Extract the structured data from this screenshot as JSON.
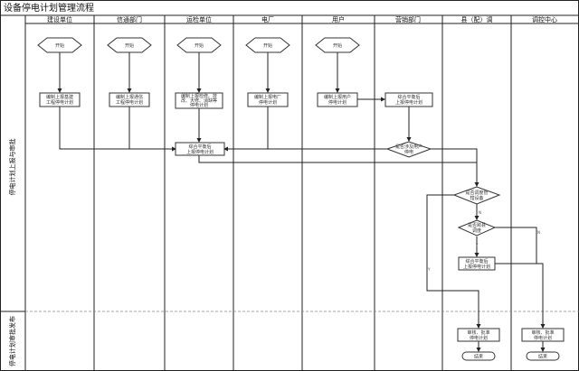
{
  "title": "设备停电计划管理流程",
  "columns": [
    "建设单位",
    "信通部门",
    "运检单位",
    "电厂",
    "用户",
    "营销部门",
    "县（配）调",
    "调控中心"
  ],
  "rows": [
    "停电计划上报与审批",
    "停电计划审批发布"
  ],
  "start_label": "开始",
  "end_label": "结束",
  "nodes": {
    "jianshe": [
      "编制上报基建",
      "工程停电计划"
    ],
    "xintong": [
      "编制上报通信",
      "工程停电计划"
    ],
    "yunjian": [
      "编制上报检修、技",
      "改、大修、消缺等",
      "停电计划"
    ],
    "dianchang": [
      "编制上报电厂",
      "停电计划"
    ],
    "yonghu": [
      "编制上报用户",
      "停电计划"
    ],
    "yingxiao": [
      "综合平衡后",
      "上报停电计划"
    ],
    "yingxiao_decision": [
      "是否涉及用户",
      "停电"
    ],
    "yunjian_merge": [
      "综合平衡后",
      "上报停电计划"
    ],
    "county_decision1": [
      "是否调度管",
      "辖设备"
    ],
    "county_decision2": [
      "是否跨县",
      "调度"
    ],
    "county_merge": [
      "综合平衡后",
      "上报停电计划"
    ],
    "county_approve": [
      "审核、批准",
      "停电计划"
    ],
    "center_approve": [
      "审核、批准",
      "停电计划"
    ]
  },
  "branch_labels": {
    "yes": "Y",
    "no": "N"
  }
}
